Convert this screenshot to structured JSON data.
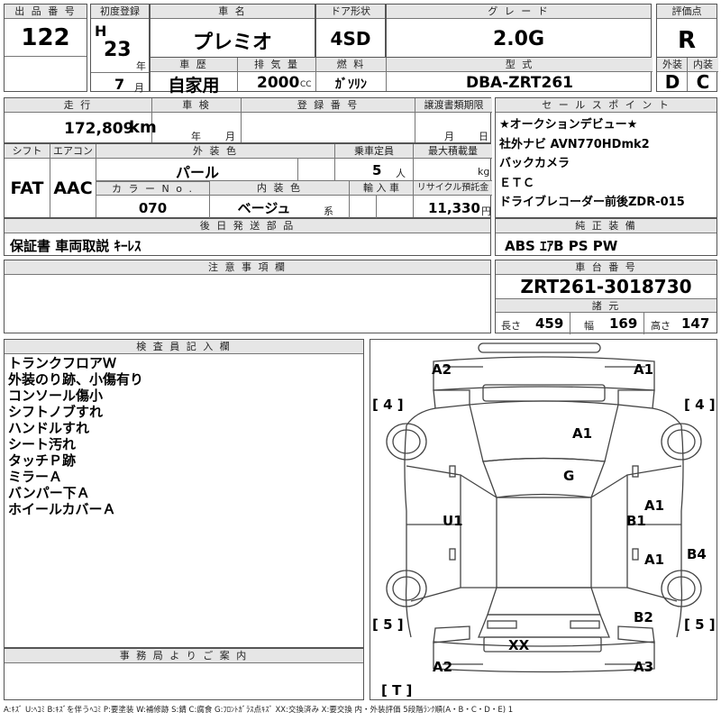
{
  "headers": {
    "lot_number": "出 品 番 号",
    "first_reg": "初度登録",
    "car_name": "車 名",
    "door_type": "ドア形状",
    "grade": "グ レ ー ド",
    "score": "評価点",
    "history": "車 歴",
    "displacement": "排 気 量",
    "fuel": "燃 料",
    "model_code": "型 式",
    "exterior": "外装",
    "interior": "内装",
    "mileage": "走 行",
    "inspection": "車 検",
    "registration_no": "登 録 番 号",
    "transfer_docs": "譲渡書類期限",
    "sales_points": "セ ー ル ス ポ イ ン ト",
    "shift": "シフト",
    "aircon": "エアコン",
    "exterior_color": "外 装 色",
    "capacity": "乗車定員",
    "max_load": "最大積載量",
    "color_no": "カ ラ ー N o .",
    "interior_color": "内 装 色",
    "imported": "輸 入 車",
    "recycle": "リサイクル預託金",
    "shipped_later": "後 日 発 送 部 品",
    "standard_equip": "純 正 装 備",
    "notes": "注 意 事 項 欄",
    "chassis_no": "車 台 番 号",
    "specs": "諸 元",
    "inspector": "検 査 員 記 入 欄",
    "office_notice": "事 務 局 よ り ご 案 内"
  },
  "vehicle": {
    "lot_number": "122",
    "era_letter": "H",
    "year": "23",
    "year_unit": "年",
    "month": "7",
    "month_unit": "月",
    "name": "プレミオ",
    "door_type": "4SD",
    "grade": "2.0G",
    "score": "R",
    "history": "自家用",
    "displacement": "2000",
    "displacement_unit": "CC",
    "fuel": "ｶﾞｿﾘﾝ",
    "model_code": "DBA-ZRT261",
    "exterior_grade": "D",
    "interior_grade": "C",
    "mileage": "172,809",
    "mileage_unit": "km",
    "inspection_year_unit": "年",
    "inspection_month_unit": "月",
    "transfer_month_unit": "月",
    "transfer_day_unit": "日",
    "shift": "FAT",
    "aircon": "AAC",
    "exterior_color": "パール",
    "capacity": "5",
    "capacity_unit": "人",
    "max_load_unit": "kg",
    "color_no": "070",
    "interior_color": "ベージュ",
    "interior_color_suffix": "系",
    "recycle_fee": "11,330",
    "recycle_unit": "円",
    "shipped_later_items": "保証書 車両取説 ｷｰﾚｽ",
    "standard_equipment": "ABS ｴｱB PS PW",
    "chassis_no": "ZRT261-3018730",
    "length_label": "長さ",
    "length": "459",
    "width_label": "幅",
    "width": "169",
    "height_label": "高さ",
    "height": "147"
  },
  "sales_points": [
    "★オークションデビュー★",
    "社外ナビ AVN770HDmk2",
    "バックカメラ",
    "ＥＴＣ",
    "ドライブレコーダー前後ZDR-015"
  ],
  "inspector_notes": [
    "トランクフロアＷ",
    "外装のり跡、小傷有り",
    "コンソール傷小",
    "シフトノブすれ",
    "ハンドルすれ",
    "シート汚れ",
    "タッチＰ跡",
    "ミラーＡ",
    "バンパー下Ａ",
    "ホイールカバーＡ"
  ],
  "diagram_marks": {
    "front_left": "A2",
    "front_right": "A1",
    "tire_left_front": "[ 4 ]",
    "tire_right_front": "[ 4 ]",
    "hood": "A1",
    "windshield": "G",
    "left_side": "U1",
    "right_side": "B1",
    "right_front_door": "A1",
    "right_rear_door": "A1",
    "right_rear_fender": "B4",
    "tire_left_rear": "[ 5 ]",
    "tire_right_rear": "[ 5 ]",
    "rear_quarter": "B2",
    "trunk": "XX",
    "rear_left": "A2",
    "rear_right": "A3",
    "spare": "[ T ]"
  },
  "legend": "A:ｷｽﾞ U:ﾍｺﾐ B:ｷｽﾞを伴うﾍｺﾐ P:要塗装 W:補修跡 S:錆 C:腐食 G:ﾌﾛﾝﾄｶﾞﾗｽ点ｷｽﾞ XX:交換済み X:要交換 内・外装評価 5段階ﾗﾝｸ順(A・B・C・D・E) 1"
}
